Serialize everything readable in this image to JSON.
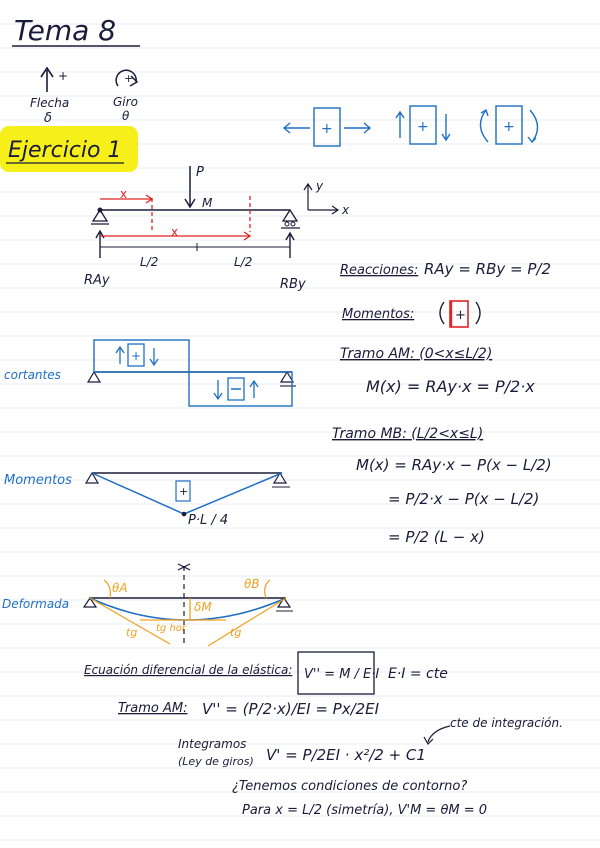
{
  "title": "Tema 8",
  "legend": {
    "flecha_label": "Flecha",
    "flecha_symbol": "δ",
    "giro_label": "Giro",
    "giro_symbol": "θ",
    "plus": "+"
  },
  "exercise_title": "Ejercicio 1",
  "beam": {
    "load": "P",
    "midpoint": "M",
    "half_left": "L/2",
    "half_right": "L/2",
    "reaction_a": "RAy",
    "reaction_b": "RBy",
    "axis_y": "y",
    "axis_x": "x",
    "cut_mark": "x"
  },
  "reacciones": {
    "label": "Reacciones:",
    "expr": "RAy = RBy = P/2"
  },
  "momentos_sign": "Momentos:",
  "tramo_am": {
    "header": "Tramo AM: (0<x≤L/2)",
    "expr": "M(x) = RAy·x = P/2·x"
  },
  "tramo_mb": {
    "header": "Tramo MB: (L/2<x≤L)",
    "line1": "M(x) = RAy·x − P(x − L/2)",
    "line2": "= P/2·x − P(x − L/2)",
    "line3": "= P/2 (L − x)"
  },
  "diagrams": {
    "cortantes": "cortantes",
    "momentos": "Momentos",
    "max_moment": "P·L / 4",
    "deformada": "Deformada",
    "theta_a": "θA",
    "theta_b": "θB",
    "delta_m": "δM",
    "tg": "tg",
    "tg_hor": "tg hor"
  },
  "ecuacion": {
    "label": "Ecuación diferencial de la elástica:",
    "boxed": "V'' = M / E·I",
    "constant": "E·I = cte"
  },
  "tramo_am_diff": {
    "label": "Tramo AM:",
    "expr": "V'' = (P/2·x)/EI = Px/2EI"
  },
  "integramos": {
    "label": "Integramos",
    "sublabel": "(Ley de giros)",
    "expr": "V' = P/2EI · x²/2 + C1",
    "note": "cte de integración."
  },
  "condiciones": "¿Tenemos condiciones de contorno?",
  "para": "Para x = L/2 (simetría), V'M = θM = 0",
  "colors": {
    "ink": "#1b1b3a",
    "blue": "#1f6fc5",
    "red": "#e02424",
    "orange": "#f0a020",
    "highlight": "#f7ef1a",
    "rule": "#cfd8e6"
  }
}
